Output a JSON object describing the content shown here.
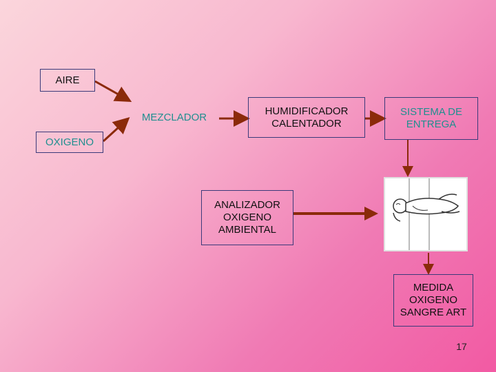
{
  "nodes": {
    "aire": "AIRE",
    "oxigeno": "OXIGENO",
    "mezclador": "MEZCLADOR",
    "humidificador": "HUMIDIFICADOR\nCALENTADOR",
    "sistema": "SISTEMA DE\nENTREGA",
    "analizador": "ANALIZADOR\nOXIGENO\nAMBIENTAL",
    "medida": "MEDIDA\nOXIGENO\nSANGRE ART"
  },
  "page_number": "17",
  "colors": {
    "arrow": "#8b2a0a",
    "teal_text": "#1f8f8f",
    "box_border": "#3a3a7a"
  }
}
